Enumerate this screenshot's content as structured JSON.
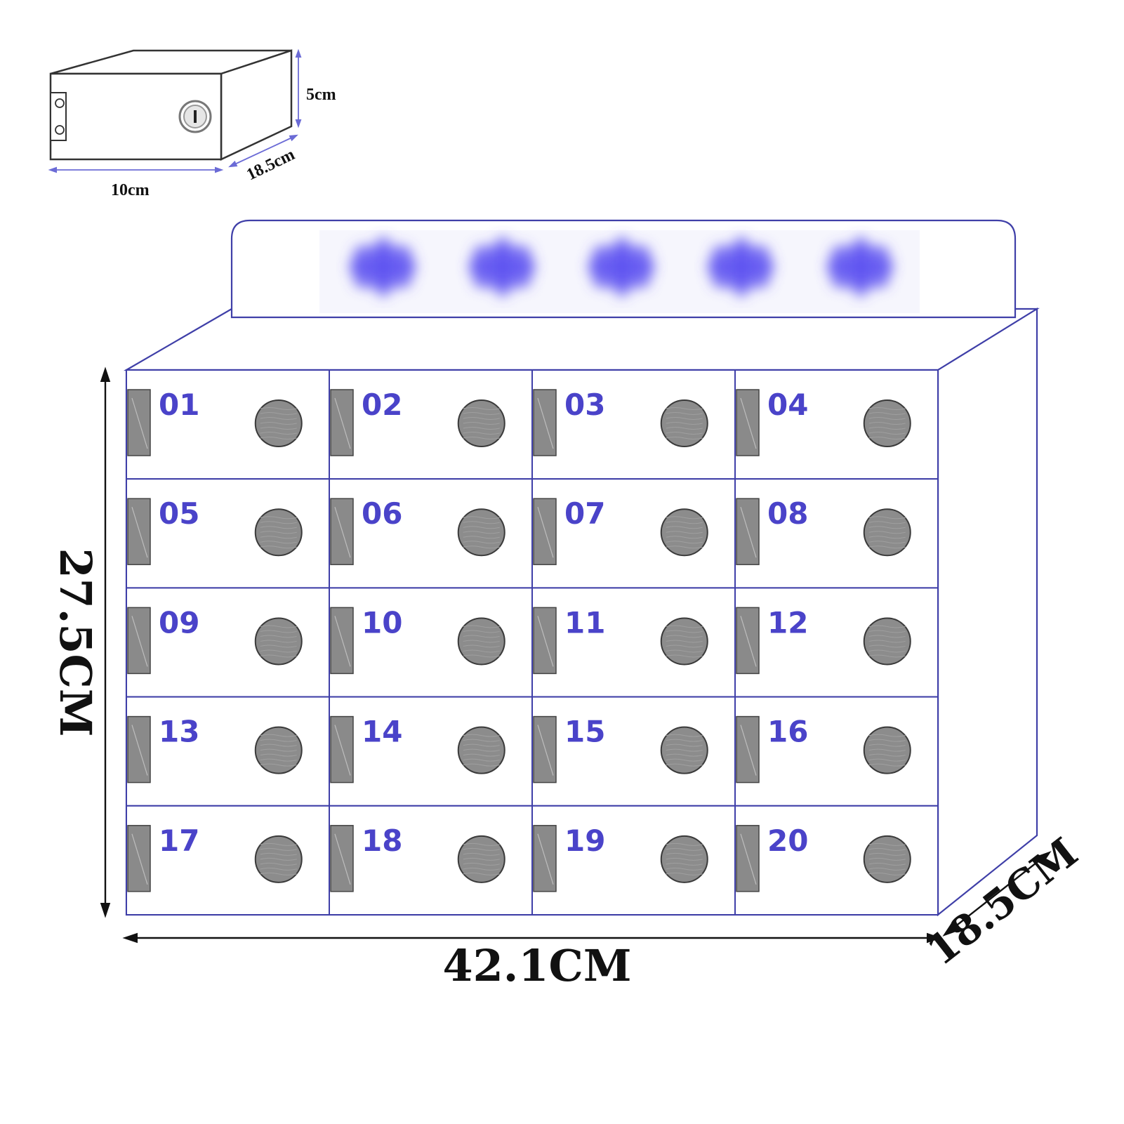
{
  "colors": {
    "outline": "#3f3fa8",
    "number": "#4a43c9",
    "dimension_line": "#6b6bd6",
    "hinge": "#8a8a8a",
    "lock": "#8c8c8c",
    "banner_blur": "#5a4ff0",
    "text": "#111111"
  },
  "drawer_diagram": {
    "height_label": "5cm",
    "depth_label": "18.5cm",
    "width_label": "10cm"
  },
  "cabinet": {
    "height_label": "27.5CM",
    "width_label": "42.1CM",
    "depth_label": "18.5CM",
    "columns": 4,
    "rows": 5,
    "compartment_numbers": [
      "01",
      "02",
      "03",
      "04",
      "05",
      "06",
      "07",
      "08",
      "09",
      "10",
      "11",
      "12",
      "13",
      "14",
      "15",
      "16",
      "17",
      "18",
      "19",
      "20"
    ],
    "banner_glyph_count": 5
  },
  "icons": {
    "lock": "keyhole-lock-icon",
    "hinge": "hinge-icon"
  }
}
